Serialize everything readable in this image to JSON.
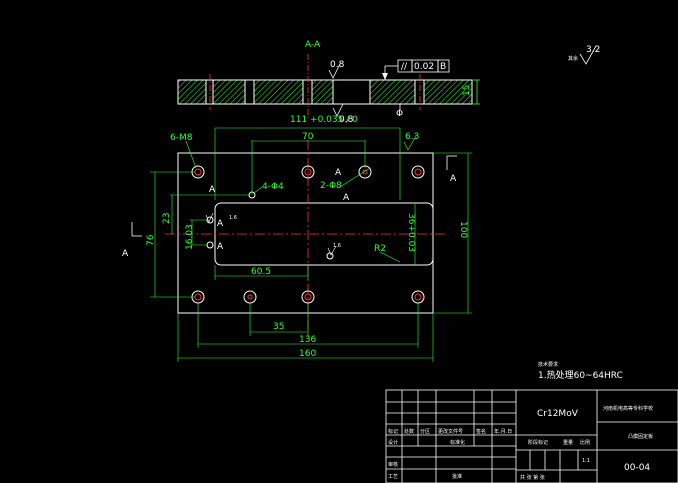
{
  "colors": {
    "background": "#000000",
    "outline": "#ffffff",
    "dimension": "#33ff33",
    "centerline": "#ff3333",
    "hatch": "#33ff33"
  },
  "section": {
    "label": "A-A",
    "roughness_top": "0.8",
    "roughness_bottom": "0.8",
    "parallelism": {
      "symbol": "//",
      "value": "0.02",
      "datum": "B"
    },
    "thickness": "15",
    "datum_symbol": "Φ"
  },
  "roughness_note": {
    "prefix": "其余",
    "value": "3.2"
  },
  "plan": {
    "dim_top_tol": "111 +0.035 / 0",
    "dim_70": "70",
    "holes_6xM8": "6-M8",
    "holes_4xphi4": "4-Φ4",
    "holes_2xphi8": "2-Φ8",
    "rough_63": "6.3",
    "rough_16_left": "1.6",
    "rough_16_bottom": "1.6",
    "section_mark": "A",
    "dim_23": "23",
    "dim_76": "76",
    "dim_1603": "16.03",
    "dim_3603": "36+0.03",
    "dim_R2": "R2",
    "dim_100": "100",
    "dim_605": "60.5",
    "dim_35": "35",
    "dim_136": "136",
    "dim_160": "160"
  },
  "tech_req": {
    "title": "技术要求",
    "line1": "1.热处理60~64HRC"
  },
  "title_block": {
    "material": "Cr12MoV",
    "company": "河南机电高等专科学校",
    "part_name": "凸模固定板",
    "drawing_no": "00-04",
    "scale": "1:1",
    "row_labels": [
      "标记",
      "处数",
      "分区",
      "更改文件号",
      "签名",
      "年.月.日"
    ],
    "design": "设计",
    "standard": "标准化",
    "review": "审核",
    "craft": "工艺",
    "approve": "批准",
    "stage": "阶段标记",
    "weight": "重量",
    "ratio": "比例",
    "sheets": "共  张  第  张"
  }
}
